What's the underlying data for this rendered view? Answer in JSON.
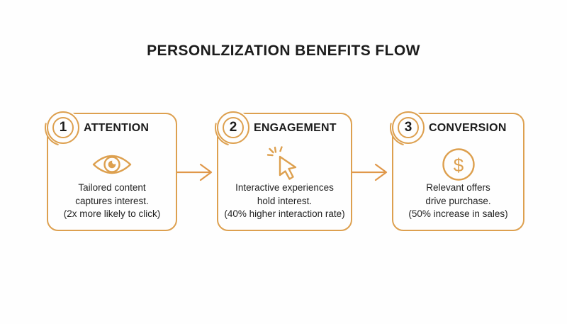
{
  "colors": {
    "accent": "#DDA04F",
    "arrow": "#E0984A",
    "heading": "#1C1C1C",
    "body": "#222222",
    "background": "#FEFEFE"
  },
  "title": "PERSONLZIZATION BENEFITS FLOW",
  "steps": [
    {
      "number": "1",
      "label": "ATTENTION",
      "icon": "eye-icon",
      "lines": [
        "Tailored content",
        "captures interest.",
        "(2x more likely to click)"
      ]
    },
    {
      "number": "2",
      "label": "ENGAGEMENT",
      "icon": "cursor-click-icon",
      "lines": [
        "Interactive experiences",
        "hold interest.",
        "(40% higher interaction rate)"
      ]
    },
    {
      "number": "3",
      "label": "CONVERSION",
      "icon": "dollar-circle-icon",
      "icon_glyph": "$",
      "lines": [
        "Relevant offers",
        "drive purchase.",
        "(50% increase in sales)"
      ]
    }
  ]
}
